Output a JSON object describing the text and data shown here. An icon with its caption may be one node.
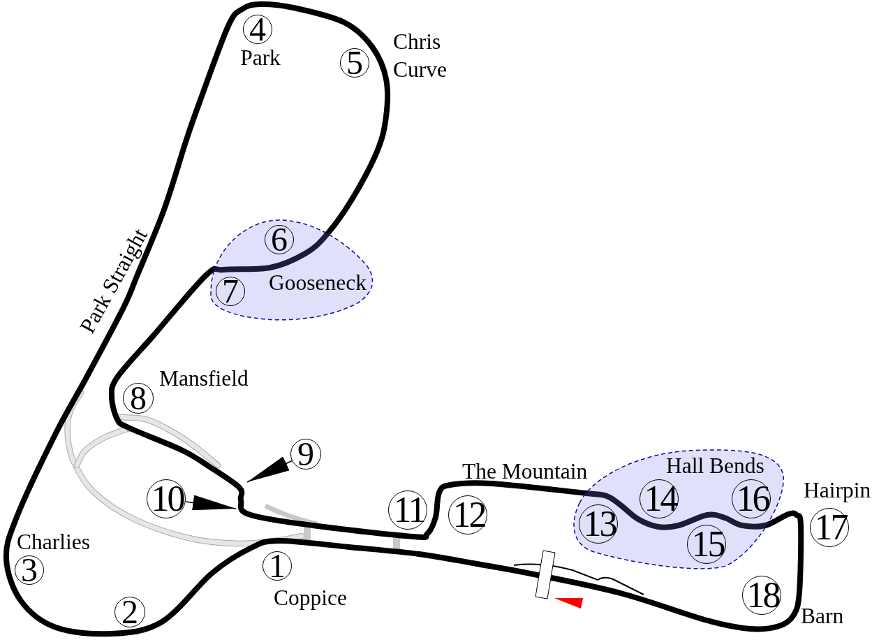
{
  "diagram": {
    "nodes": [
      {
        "text": [
          "1"
        ],
        "beside": [
          "Coppice"
        ]
      },
      {
        "text": [
          "2"
        ]
      },
      {
        "text": [
          "3"
        ],
        "beside": [
          "Charlies"
        ]
      },
      {
        "text": [
          "4"
        ],
        "beside": [
          "Park"
        ]
      },
      {
        "text": [
          "5"
        ],
        "beside": [
          "Chris Curve"
        ]
      },
      {
        "text": [
          "Gooseneck"
        ]
      },
      {
        "text": [
          "6"
        ],
        "in": 5
      },
      {
        "text": [
          "7"
        ],
        "in": 5
      },
      {
        "text": [
          "8"
        ],
        "beside": [
          "Mansfield"
        ]
      },
      {
        "text": [
          "9"
        ]
      },
      {
        "text": [
          "10"
        ]
      },
      {
        "text": [
          "11"
        ]
      },
      {
        "text": [
          "12"
        ]
      },
      {
        "text": [
          "Hall Bends"
        ]
      },
      {
        "text": [
          "13"
        ],
        "in": 13
      },
      {
        "text": [
          "14"
        ],
        "in": 13
      },
      {
        "text": [
          "15"
        ],
        "in": 13
      },
      {
        "text": [
          "16"
        ],
        "in": 13
      },
      {
        "text": [
          "17"
        ],
        "beside": [
          "Hairpin"
        ]
      },
      {
        "text": [
          "18"
        ],
        "beside": [
          "Barn"
        ]
      }
    ],
    "edges": [
      {
        "from": 9,
        "to": null,
        "arrow": "to"
      },
      {
        "from": 10,
        "to": null,
        "arrow": "to"
      }
    ],
    "labels": [
      "Park Straight",
      "The Mountain"
    ]
  }
}
